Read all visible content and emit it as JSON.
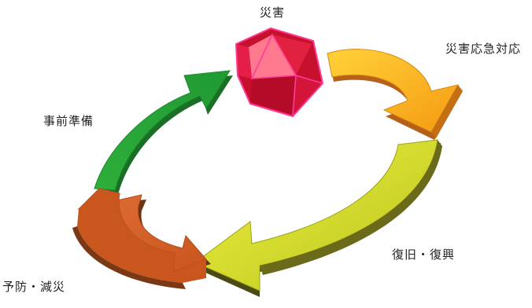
{
  "diagram": {
    "stages": [
      {
        "id": "disaster",
        "label": "災害",
        "color": "#e8194a"
      },
      {
        "id": "response",
        "label": "災害応急対応",
        "color": "#f8a81c"
      },
      {
        "id": "recovery",
        "label": "復旧・復興",
        "color": "#c8d22a"
      },
      {
        "id": "prevention",
        "label": "予防・減災",
        "color": "#d9682c"
      },
      {
        "id": "preparation",
        "label": "事前準備",
        "color": "#2faa3c"
      }
    ]
  }
}
